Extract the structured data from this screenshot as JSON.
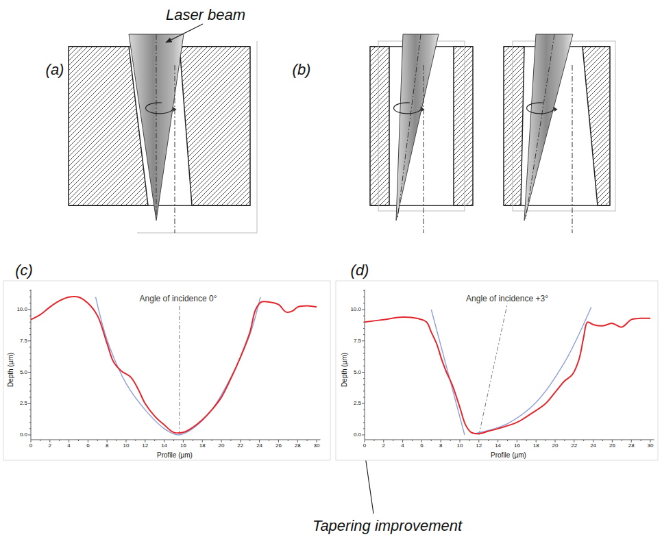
{
  "diagram": {
    "labels": [
      "Laser beam",
      "(a)",
      "(b)",
      "(c)",
      "(d)",
      "Angle of incidence 0°",
      "10.0",
      "7.5",
      "5.0",
      "2.5",
      "0.0",
      "0",
      "2",
      "4",
      "6",
      "8",
      "10",
      "12",
      "14",
      "16",
      "18",
      "20",
      "22",
      "24",
      "26",
      "28",
      "30",
      "Depth (µm)",
      "Profile (µm)",
      "Angle of incidence +3°",
      "10.0",
      "7.5",
      "5.0",
      "2.5",
      "0.0",
      "0",
      "2",
      "4",
      "6",
      "8",
      "10",
      "12",
      "14",
      "16",
      "18",
      "20",
      "22",
      "24",
      "26",
      "28",
      "30",
      "Depth (µm)",
      "Profile (µm)",
      "Tapering improvement"
    ]
  }
}
